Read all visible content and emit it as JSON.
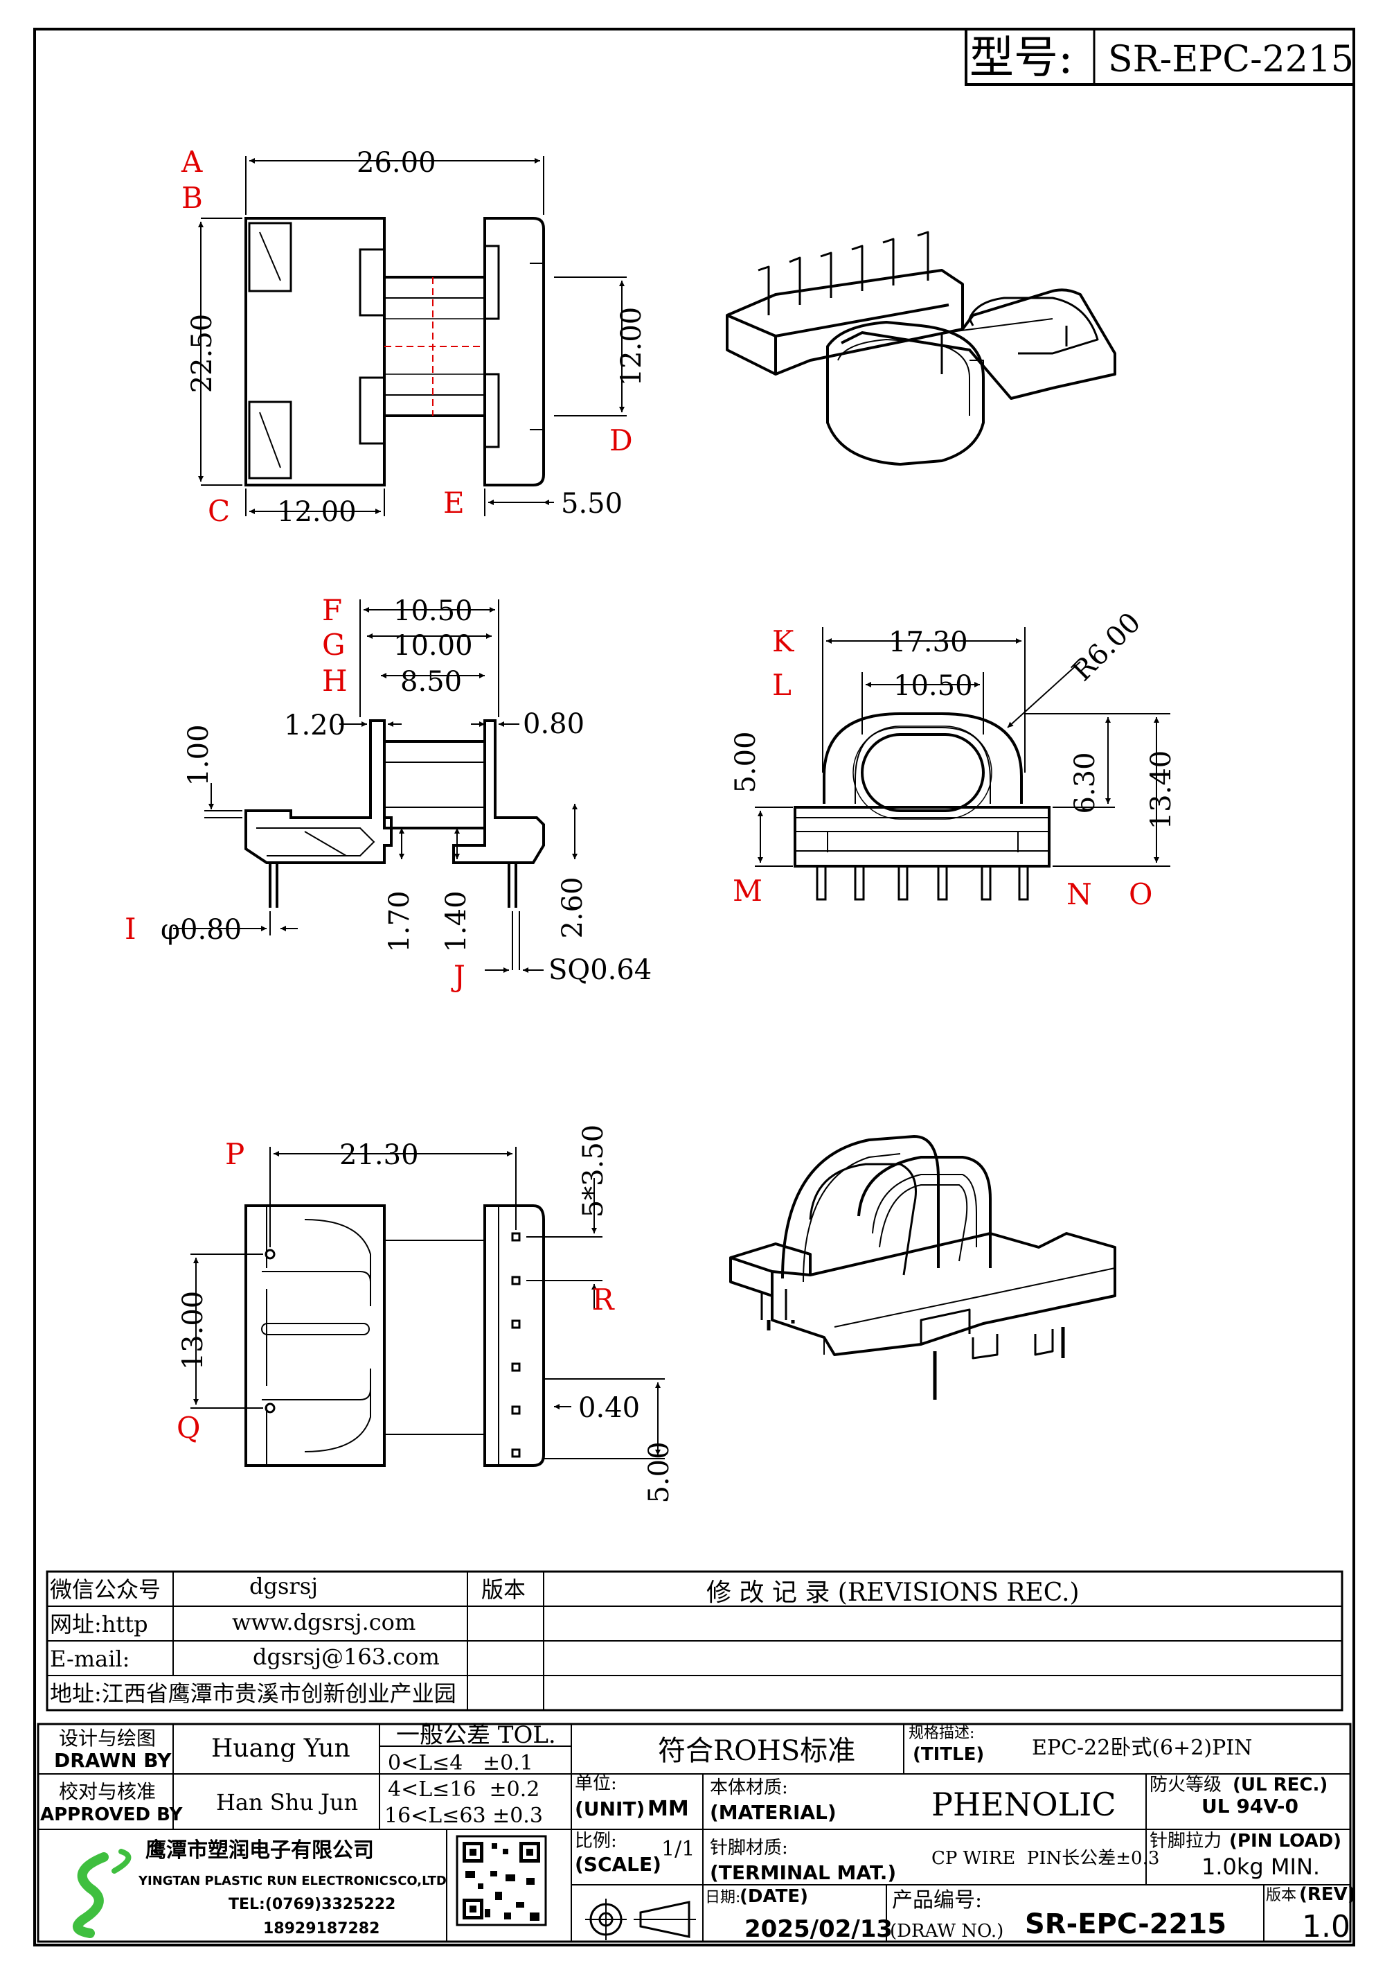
{
  "header": {
    "model_label": "型号:",
    "model_value": "SR-EPC-2215"
  },
  "dims": {
    "top_width": "26.00",
    "height": "22.50",
    "c_width": "12.00",
    "core": "12.00",
    "e_width": "5.50",
    "f_val": "10.50",
    "g_val": "10.00",
    "h_val": "8.50",
    "left_flange": "1.20",
    "right_flange": "0.80",
    "left_h": "1.00",
    "v_170": "1.70",
    "v_140": "1.40",
    "v_260": "2.60",
    "pin_dia": "φ0.80",
    "pin_sq": "SQ0.64",
    "k_val": "17.30",
    "l_val": "10.50",
    "radius": "R6.00",
    "v_500": "5.00",
    "v_630": "6.30",
    "v_1340": "13.40",
    "p_val": "21.30",
    "v_1300": "13.00",
    "pitch": "5*3.50",
    "gap": "0.40",
    "bottom_500": "5.00"
  },
  "letters": {
    "a": "A",
    "b": "B",
    "c": "C",
    "d": "D",
    "e": "E",
    "f": "F",
    "g": "G",
    "h": "H",
    "i": "I",
    "j": "J",
    "k": "K",
    "l": "L",
    "m": "M",
    "n": "N",
    "o": "O",
    "p": "P",
    "q": "Q",
    "r": "R"
  },
  "contact": {
    "wechat_label": "微信公众号",
    "wechat": "dgsrsj",
    "web_label": "网址:http",
    "web": "www.dgsrsj.com",
    "email_label": "E-mail:",
    "email": "dgsrsj@163.com",
    "address": "地址:江西省鹰潭市贵溪市创新创业产业园",
    "rev_col": "版本",
    "rev_title": "修 改 记 录 (REVISIONS REC.)"
  },
  "titleblock": {
    "design_cn": "设计与绘图",
    "design_en": "DRAWN BY",
    "designer": "Huang  Yun",
    "check_cn": "校对与核准",
    "check_en": "APPROVED BY",
    "checker": "Han Shu Jun",
    "tol_title": "一般公差 TOL.",
    "tol_rows": [
      "0<L≤4   ±0.1",
      "4<L≤16  ±0.2",
      "16<L≤63 ±0.3"
    ],
    "rohs": "符合ROHS标准",
    "spec_cn": "规格描述:",
    "spec_en": "(TITLE)",
    "spec": "EPC-22卧式(6+2)PIN",
    "unit_cn": "单位:",
    "unit_en": "(UNIT)",
    "unit": "MM",
    "mat_cn": "本体材质:",
    "mat_en": "(MATERIAL)",
    "material": "PHENOLIC",
    "ul_cn": "防火等级",
    "ul_en": "(UL REC.)",
    "ul": "UL 94V-0",
    "scale_cn": "比例:",
    "scale_en": "(SCALE)",
    "scale": "1/1",
    "pin_cn": "针脚材质:",
    "pin_en": "(TERMINAL MAT.)",
    "pin_mat": "CP WIRE  PIN长公差±0.3",
    "load_cn": "针脚拉力",
    "load_en": "(PIN LOAD)",
    "load": "1.0kg MIN.",
    "company_cn": "鹰潭市塑润电子有限公司",
    "company_en": "YINGTAN PLASTIC RUN ELECTRONICSCO,LTD",
    "tel": "TEL:(0769)3325222",
    "mobile": "18929187282",
    "date_cn": "日期:",
    "date_en": "(DATE)",
    "date": "2025/02/13",
    "drawno_cn": "产品编号:",
    "drawno_en": "(DRAW NO.)",
    "drawno": "SR-EPC-2215",
    "rev_cn": "版本",
    "rev_en": "(REV)",
    "rev": "1.0"
  }
}
